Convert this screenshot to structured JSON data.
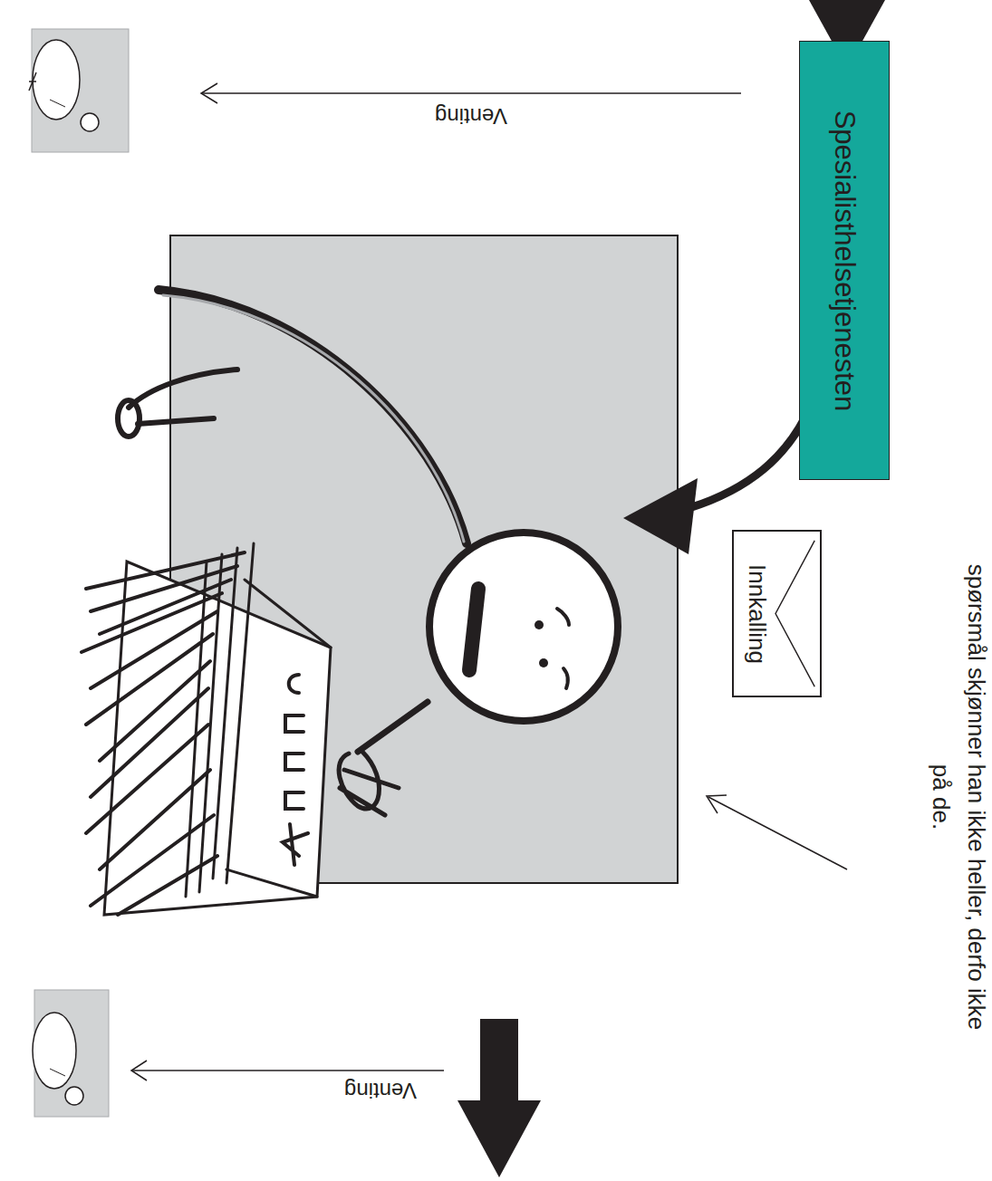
{
  "diagram": {
    "nodes": [
      {
        "text": [
          "Spesialisthelsetjenesten"
        ]
      },
      {
        "text": [
          "Innkalling"
        ]
      }
    ],
    "labels": [
      "Venting",
      "spørsmål skjønner han ikke heller, derfo ikke på de.",
      "Venting"
    ]
  }
}
